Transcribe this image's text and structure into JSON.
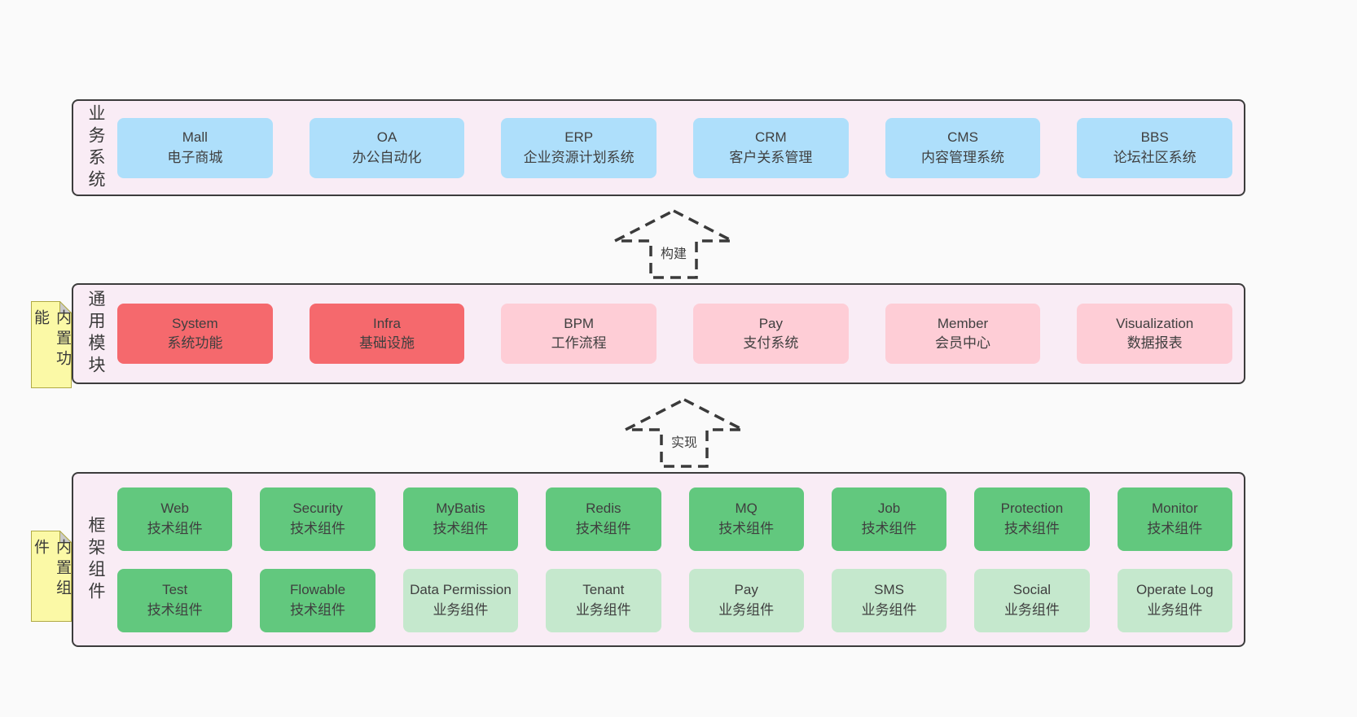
{
  "colors": {
    "page_bg": "#fafafa",
    "panel_bg": "#f9ecf5",
    "panel_border": "#3c3c3c",
    "blue_box": "#aedffb",
    "red_box": "#f5696d",
    "pink_box": "#fecdd6",
    "green_box": "#62c87e",
    "light_green_box": "#c5e8cd",
    "sticky_tab_bg": "#fbf9a6",
    "sticky_tab_border": "#b0aa45",
    "sticky_tab_fold": "#c9c9c9",
    "text": "#3f3f3f"
  },
  "arrows": [
    {
      "label": "构建"
    },
    {
      "label": "实现"
    }
  ],
  "panels": [
    {
      "label": "业务系统",
      "boxes": [
        {
          "title": "Mall",
          "subtitle": "电子商城"
        },
        {
          "title": "OA",
          "subtitle": "办公自动化"
        },
        {
          "title": "ERP",
          "subtitle": "企业资源计划系统"
        },
        {
          "title": "CRM",
          "subtitle": "客户关系管理"
        },
        {
          "title": "CMS",
          "subtitle": "内容管理系统"
        },
        {
          "title": "BBS",
          "subtitle": "论坛社区系统"
        }
      ]
    },
    {
      "label": "通用模块",
      "tab": "内置功能",
      "boxes": [
        {
          "title": "System",
          "subtitle": "系统功能"
        },
        {
          "title": "Infra",
          "subtitle": "基础设施"
        },
        {
          "title": "BPM",
          "subtitle": "工作流程"
        },
        {
          "title": "Pay",
          "subtitle": "支付系统"
        },
        {
          "title": "Member",
          "subtitle": "会员中心"
        },
        {
          "title": "Visualization",
          "subtitle": "数据报表"
        }
      ]
    },
    {
      "label": "框架组件",
      "tab": "内置组件",
      "rows": [
        [
          {
            "title": "Web",
            "subtitle": "技术组件"
          },
          {
            "title": "Security",
            "subtitle": "技术组件"
          },
          {
            "title": "MyBatis",
            "subtitle": "技术组件"
          },
          {
            "title": "Redis",
            "subtitle": "技术组件"
          },
          {
            "title": "MQ",
            "subtitle": "技术组件"
          },
          {
            "title": "Job",
            "subtitle": "技术组件"
          },
          {
            "title": "Protection",
            "subtitle": "技术组件"
          },
          {
            "title": "Monitor",
            "subtitle": "技术组件"
          }
        ],
        [
          {
            "title": "Test",
            "subtitle": "技术组件"
          },
          {
            "title": "Flowable",
            "subtitle": "技术组件"
          },
          {
            "title": "Data Permission",
            "subtitle": "业务组件"
          },
          {
            "title": "Tenant",
            "subtitle": "业务组件"
          },
          {
            "title": "Pay",
            "subtitle": "业务组件"
          },
          {
            "title": "SMS",
            "subtitle": "业务组件"
          },
          {
            "title": "Social",
            "subtitle": "业务组件"
          },
          {
            "title": "Operate Log",
            "subtitle": "业务组件"
          }
        ]
      ]
    }
  ]
}
